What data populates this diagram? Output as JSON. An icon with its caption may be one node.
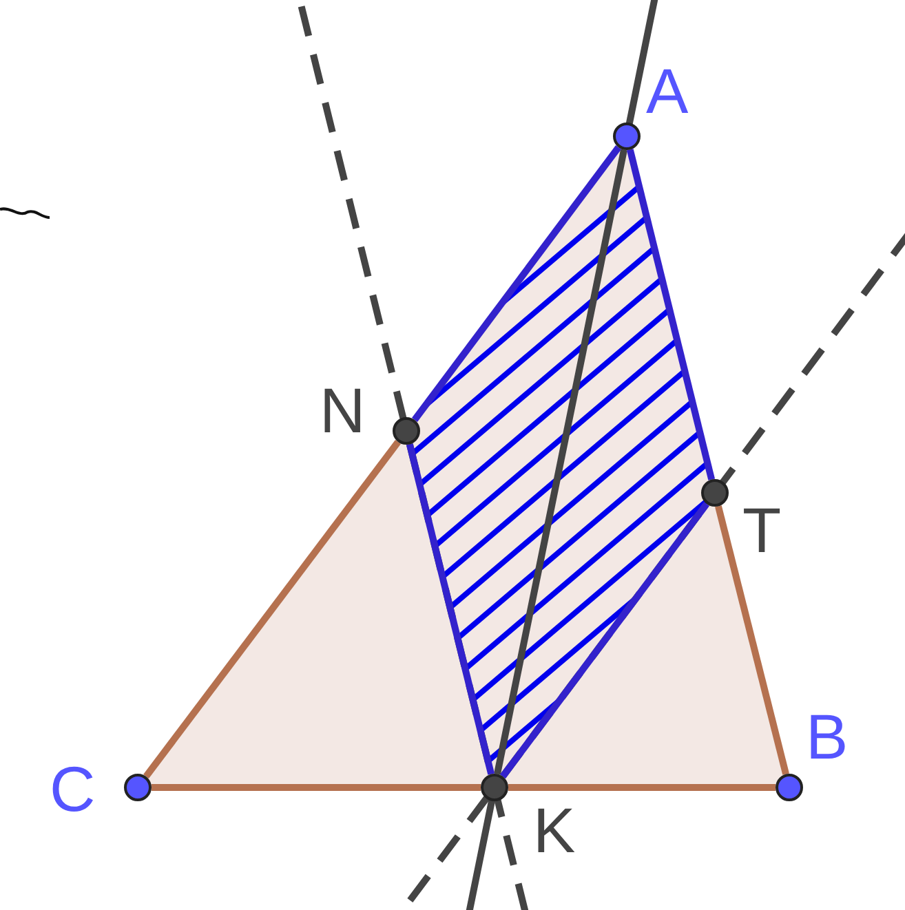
{
  "diagram": {
    "nodes": [
      {
        "text": [
          "A"
        ]
      },
      {
        "text": [
          "N"
        ]
      },
      {
        "text": [
          "T"
        ]
      },
      {
        "text": [
          "C"
        ]
      },
      {
        "text": [
          "K"
        ]
      },
      {
        "text": [
          "B"
        ]
      }
    ],
    "edges": [
      {
        "from": 3,
        "to": 1,
        "arrow": "none"
      },
      {
        "from": 1,
        "to": 0,
        "arrow": "none",
        "color": "#3322cc"
      },
      {
        "from": 0,
        "to": 2,
        "arrow": "none",
        "color": "#3322cc"
      },
      {
        "from": 2,
        "to": 5,
        "arrow": "none"
      },
      {
        "from": 3,
        "to": 4,
        "arrow": "none"
      },
      {
        "from": 4,
        "to": 5,
        "arrow": "none"
      },
      {
        "from": 1,
        "to": 4,
        "arrow": "none",
        "color": "#3322cc"
      },
      {
        "from": 4,
        "to": 2,
        "arrow": "none",
        "color": "#3322cc"
      },
      {
        "from": 0,
        "to": 4,
        "arrow": "none",
        "color": "#444444"
      },
      {
        "from": 1,
        "to": 4,
        "arrow": "none",
        "style": "dashed",
        "color": "#444444"
      },
      {
        "from": 4,
        "to": 2,
        "arrow": "none",
        "style": "dashed",
        "color": "#444444"
      }
    ]
  }
}
